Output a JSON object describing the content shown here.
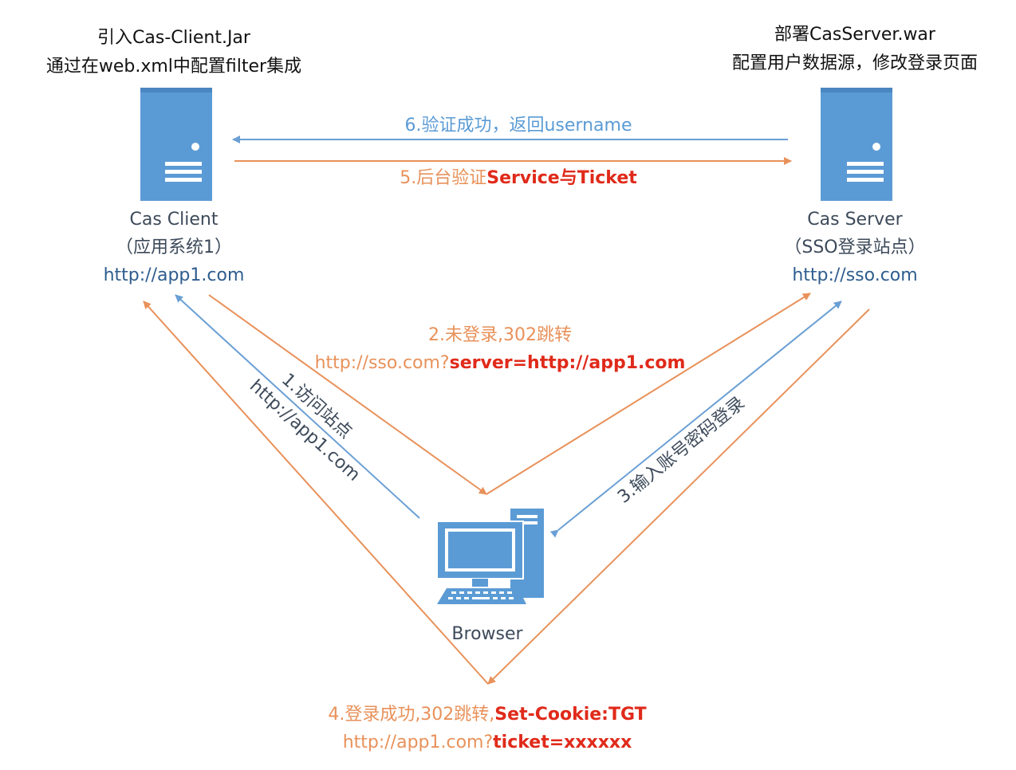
{
  "colors": {
    "server_blue": "#5b9bd5",
    "server_dark": "#4a86c0",
    "arrow_blue": "#6a9fd4",
    "arrow_orange": "#e8915a",
    "label_blue": "#5b9bd5",
    "label_orange": "#e8915a",
    "label_red": "#e02a1a",
    "text_dark": "#111111",
    "text_node": "#3d4a5a",
    "url_blue": "#2e5d8e"
  },
  "client": {
    "note_line1": "引入Cas-Client.Jar",
    "note_line2": "通过在web.xml中配置filter集成",
    "name": "Cas Client",
    "role": "（应用系统1）",
    "url": "http://app1.com",
    "icon": "server-icon"
  },
  "server": {
    "note_line1": "部署CasServer.war",
    "note_line2": "配置用户数据源，修改登录页面",
    "name": "Cas Server",
    "role": "（SSO登录站点）",
    "url": "http://sso.com",
    "icon": "server-icon"
  },
  "browser": {
    "name": "Browser",
    "icon": "desktop-computer-icon"
  },
  "steps": {
    "step1": {
      "line1": "1.访问站点",
      "line2": "http://app1.com"
    },
    "step2": {
      "line1": "2.未登录,302跳转",
      "line2_plain": "http://sso.com?",
      "line2_bold": "server=http://app1.com"
    },
    "step3": {
      "line1": "3.输入账号密码登录"
    },
    "step4": {
      "line1_plain": "4.登录成功,302跳转,",
      "line1_bold": "Set-Cookie:TGT",
      "line2_plain": "http://app1.com?",
      "line2_bold": "ticket=xxxxxx"
    },
    "step5": {
      "plain": "5.后台验证",
      "bold": "Service与Ticket"
    },
    "step6": {
      "text": "6.验证成功，返回username"
    }
  }
}
